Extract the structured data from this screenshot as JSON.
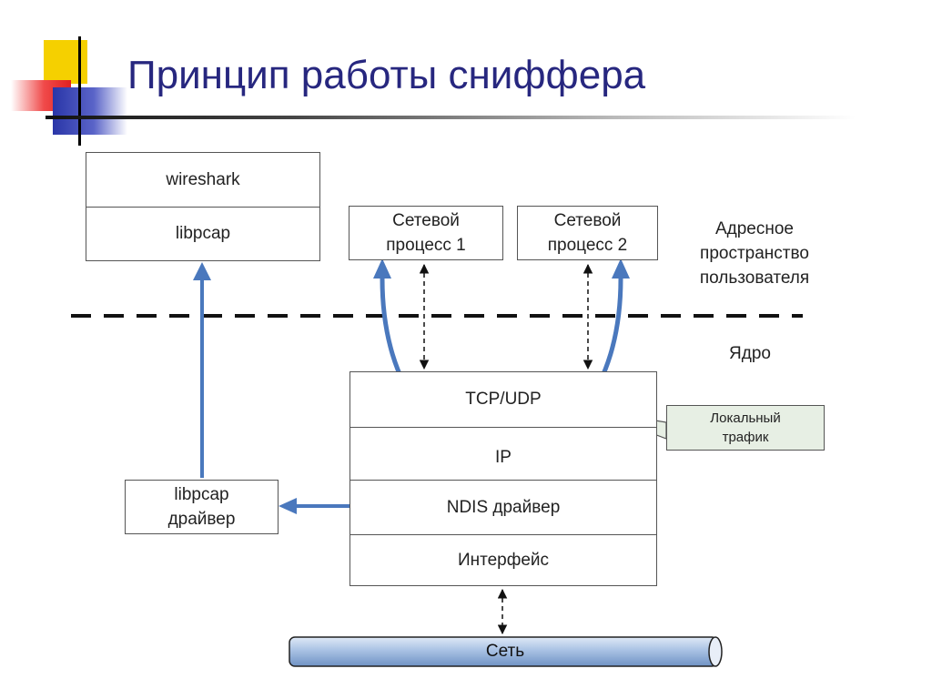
{
  "title": "Принцип работы сниффера",
  "app_box": {
    "top": "wireshark",
    "bottom": "libpcap"
  },
  "process1": {
    "line1": "Сетевой",
    "line2": "процесс 1"
  },
  "process2": {
    "line1": "Сетевой",
    "line2": "процесс 2"
  },
  "user_space": {
    "line1": "Адресное",
    "line2": "пространство",
    "line3": "пользователя"
  },
  "kernel": "Ядро",
  "stack": {
    "tcp": "TCP/UDP",
    "ip": "IP",
    "ndis": "NDIS драйвер",
    "iface": "Интерфейс"
  },
  "callout": {
    "line1": "Локальный",
    "line2": "трафик"
  },
  "driver": {
    "line1": "libpcap",
    "line2": "драйвер"
  },
  "network": "Сеть",
  "colors": {
    "title": "#27277f",
    "flow_arrow": "#4a78bd",
    "callout_bg": "#e7efe4"
  }
}
